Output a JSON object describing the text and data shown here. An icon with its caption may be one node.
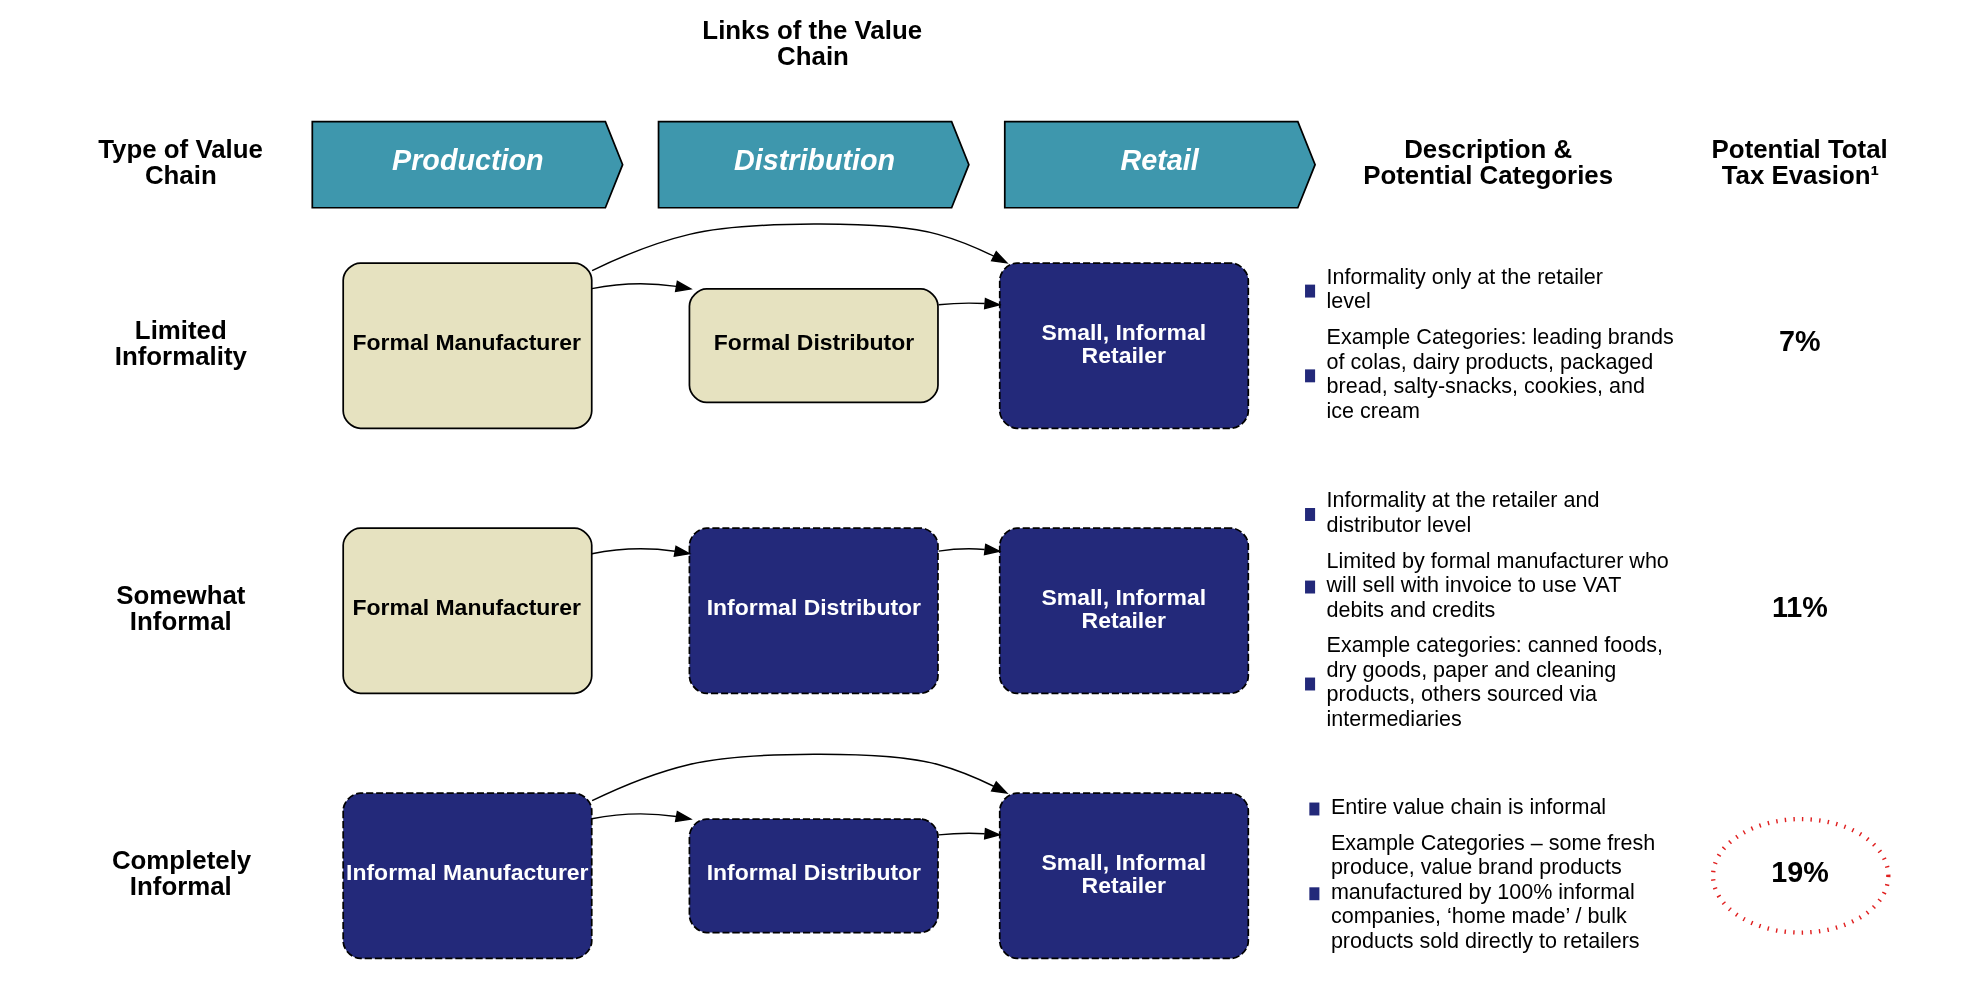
{
  "diagram": {
    "nodes": [
      {
        "text": [
          "Production"
        ]
      },
      {
        "text": [
          "Distribution"
        ]
      },
      {
        "text": [
          "Retail"
        ]
      },
      {
        "text": [
          "Formal Manufacturer"
        ]
      },
      {
        "text": [
          "Formal Distributor"
        ]
      },
      {
        "text": [
          "Small, Informal Retailer"
        ]
      },
      {
        "text": [
          "Formal Manufacturer"
        ]
      },
      {
        "text": [
          "Informal Distributor"
        ]
      },
      {
        "text": [
          "Small, Informal Retailer"
        ]
      },
      {
        "text": [
          "Informal Manufacturer"
        ]
      },
      {
        "text": [
          "Informal Distributor"
        ]
      },
      {
        "text": [
          "Small, Informal Retailer"
        ]
      },
      {
        "text": [
          "19%"
        ]
      }
    ],
    "edges": [
      {
        "from": 3,
        "to": 5,
        "arrow": "to"
      },
      {
        "from": 3,
        "to": 4,
        "arrow": "to"
      },
      {
        "from": 4,
        "to": 5,
        "arrow": "to"
      },
      {
        "from": 6,
        "to": 7,
        "arrow": "to"
      },
      {
        "from": 7,
        "to": 8,
        "arrow": "to"
      },
      {
        "from": 9,
        "to": 11,
        "arrow": "to"
      },
      {
        "from": 9,
        "to": 10,
        "arrow": "to"
      },
      {
        "from": 10,
        "to": 11,
        "arrow": "to"
      }
    ],
    "labels": [
      "Links of the Value Chain",
      "Type of Value Chain",
      "Description & Potential Categories",
      "Potential Total Tax Evasion¹",
      "Limited Informality",
      "Informality only at the retailer level",
      "Example Categories: leading brands of colas, dairy products, packaged bread, salty-snacks, cookies, and ice cream",
      "7%",
      "Somewhat Informal",
      "Informality at the retailer and distributor level",
      "Limited by formal manufacturer who will sell with invoice to use VAT debits and credits",
      "Example categories: canned foods, dry goods, paper and cleaning products, others sourced via intermediaries",
      "11%",
      "Completely Informal",
      "Entire value chain is informal",
      "Example Categories – some fresh produce, value brand products manufactured by 100% informal companies, ‘home made’ / bulk products sold directly to retailers"
    ]
  }
}
